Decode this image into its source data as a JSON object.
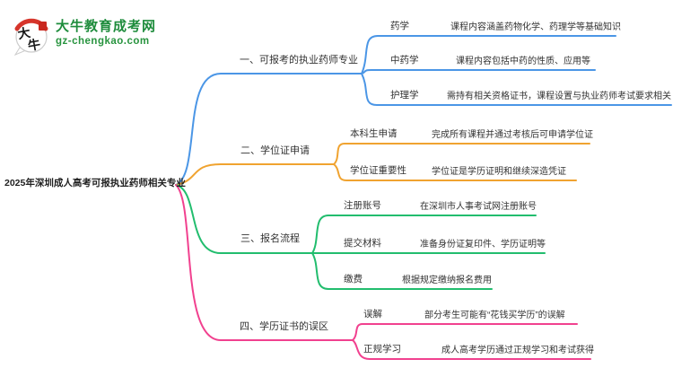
{
  "logo": {
    "title": "大牛教育成考网",
    "domain": "gz-chengkao.com",
    "icon": "daniu-speech-bubble-logo",
    "icon_text_top": "大",
    "icon_text_bottom": "牛",
    "brand_color": "#1e8c3c",
    "seal_color": "#c9281f"
  },
  "root": {
    "label": "2025年深圳成人高考可报执业药师相关专业"
  },
  "branches": [
    {
      "label": "一、可报考的执业药师专业",
      "color": "#4b96e6",
      "children": [
        {
          "label": "药学",
          "desc": "课程内容涵盖药物化学、药理学等基础知识"
        },
        {
          "label": "中药学",
          "desc": "课程内容包括中药的性质、应用等"
        },
        {
          "label": "护理学",
          "desc": "需持有相关资格证书，课程设置与执业药师考试要求相关"
        }
      ]
    },
    {
      "label": "二、学位证申请",
      "color": "#f0a330",
      "children": [
        {
          "label": "本科生申请",
          "desc": "完成所有课程并通过考核后可申请学位证"
        },
        {
          "label": "学位证重要性",
          "desc": "学位证是学历证明和继续深造凭证"
        }
      ]
    },
    {
      "label": "三、报名流程",
      "color": "#22bd6e",
      "children": [
        {
          "label": "注册账号",
          "desc": "在深圳市人事考试网注册账号"
        },
        {
          "label": "提交材料",
          "desc": "准备身份证复印件、学历证明等"
        },
        {
          "label": "缴费",
          "desc": "根据规定缴纳报名费用"
        }
      ]
    },
    {
      "label": "四、学历证书的误区",
      "color": "#f1418f",
      "children": [
        {
          "label": "误解",
          "desc": "部分考生可能有“花钱买学历”的误解"
        },
        {
          "label": "正规学习",
          "desc": "成人高考学历通过正规学习和考试获得"
        }
      ]
    }
  ]
}
